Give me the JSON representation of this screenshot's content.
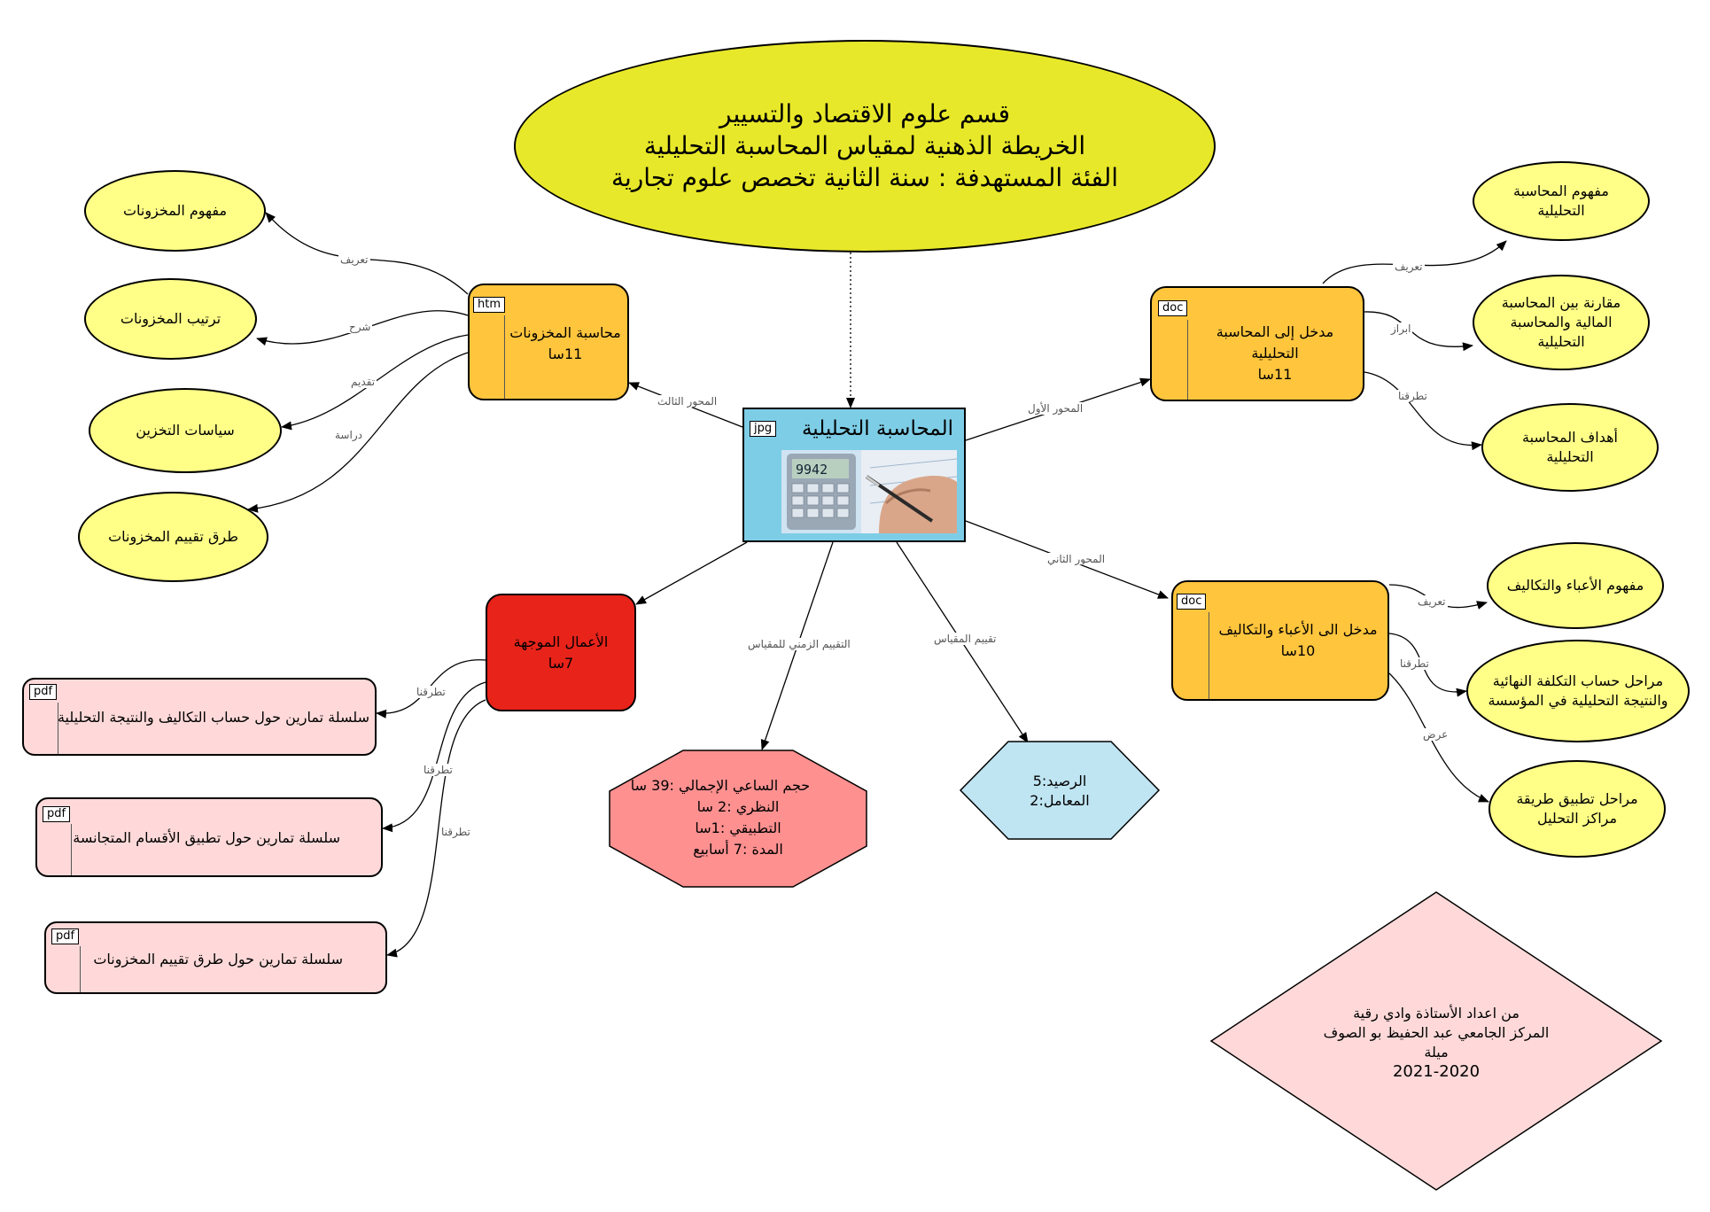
{
  "title_ellipse": {
    "line1": "قسم علوم الاقتصاد والتسيير",
    "line2": "الخريطة الذهنية لمقياس المحاسبة التحليلية",
    "line3": "الفئة المستهدفة : سنة الثانية تخصص علوم تجارية"
  },
  "central": {
    "title": "المحاسبة التحليلية",
    "tag": "jpg",
    "calc_display": "9942"
  },
  "axis1": {
    "tag": "doc",
    "title": "مدخل إلى المحاسبة التحليلية",
    "hours": "11سا"
  },
  "axis2": {
    "tag": "doc",
    "title": "مدخل الى  الأعباء والتكاليف",
    "hours": "10سا"
  },
  "axis3": {
    "tag": "htm",
    "title": "محاسبة المخزونات",
    "hours": "11سا"
  },
  "guided": {
    "title": "الأعمال الموجهة",
    "hours": "7سا"
  },
  "right_topics": [
    "مفهوم المحاسبة التحليلية",
    "مقارنة بين المحاسبة المالية والمحاسبة التحليلية",
    "أهداف المحاسبة التحليلية",
    "مفهوم الأعباء والتكاليف",
    "مراحل حساب التكلفة النهائية والنتيجة التحليلية في المؤسسة",
    "مراحل تطبيق  طريقة مراكز التحليل"
  ],
  "left_topics": [
    "مفهوم المخزونات",
    "ترتيب المخزونات",
    "سياسات التخزين",
    "طرق تقييم المخزونات"
  ],
  "edge_labels": {
    "axis1": "المحور الأول",
    "axis2": "المحور الثاني",
    "axis3": "المحور الثالث",
    "a1_e1": "تعريف",
    "a1_e2": "ابراز",
    "a1_e3": "تطرقنا",
    "a2_e1": "تعريف",
    "a2_e2": "تطرقنا",
    "a2_e3": "عرض",
    "a3_e1": "تعريف",
    "a3_e2": "شرح",
    "a3_e3": "تقديم",
    "a3_e4": "دراسة",
    "time_eval": "التقييم الزمني للمقياس",
    "eval": "تقييم المقياس",
    "g_e1": "تطرقنا",
    "g_e2": "تطرقنا",
    "g_e3": "تطرقنا"
  },
  "exercises": [
    {
      "tag": "pdf",
      "text": "سلسلة تمارين حول حساب التكاليف والنتيجة التحليلية"
    },
    {
      "tag": "pdf",
      "text": "سلسلة تمارين حول  تطبيق الأقسام المتجانسة"
    },
    {
      "tag": "pdf",
      "text": "سلسلة تمارين حول  طرق تقييم المخزونات"
    }
  ],
  "time_octagon": {
    "line1": "حجم الساعي الإجمالي :39  سا",
    "line2": "النظري :2 سا",
    "line3": "التطبيقي :1سا",
    "line4": "المدة :7 أسابيع"
  },
  "eval_hexagon": {
    "line1": "الرصيد:5",
    "line2": "المعامل:2"
  },
  "credit_diamond": {
    "line1": "من اعداد الأستاذة وادي رقية",
    "line2": "المركز الجامعي عبد الحفيظ بو الصوف",
    "line3": "ميلة",
    "line4": "2021-2020"
  },
  "colors": {
    "title_fill": "#e8e82a",
    "central_fill": "#7ecde6",
    "axis_fill": "#ffc53d",
    "guided_fill": "#e8231a",
    "topic_fill": "#ffff88",
    "exercise_fill": "#ffd9d9",
    "octagon_fill": "#ff9090",
    "hexagon_fill": "#bfe4f2",
    "diamond_fill": "#ffd9d9"
  }
}
